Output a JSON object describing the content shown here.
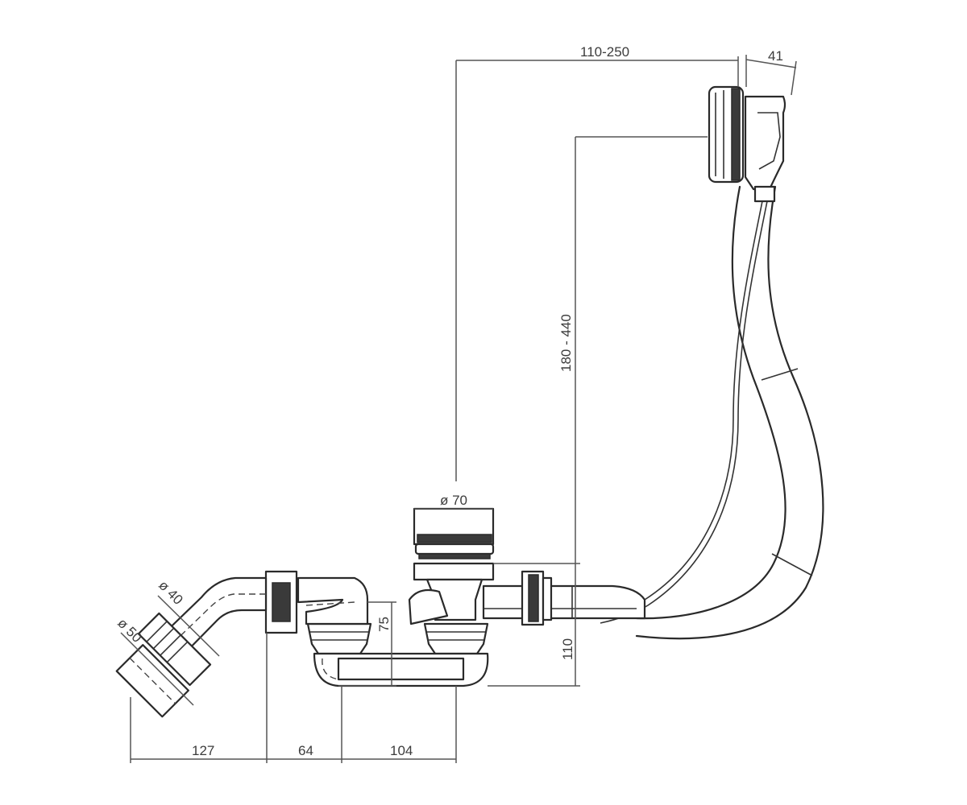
{
  "dimensions": {
    "overflow_reach": "110-250",
    "overflow_depth": "41",
    "overflow_height": "180 - 440",
    "waste_diameter": "ø 70",
    "trap_depth": "75",
    "drain_height": "110",
    "pipe_diameter_40": "ø 40",
    "pipe_diameter_50": "ø 50",
    "offset_127": "127",
    "offset_64": "64",
    "offset_104": "104"
  }
}
